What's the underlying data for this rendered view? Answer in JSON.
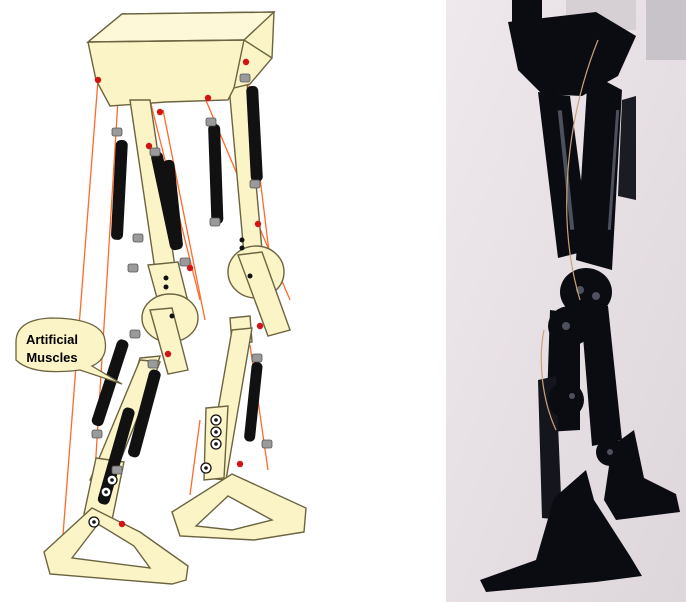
{
  "diagram": {
    "callout": {
      "line1": "Artificial",
      "line2": "Muscles"
    }
  },
  "colors": {
    "frame_fill": "#fbf4c6",
    "frame_stroke": "#6b6440",
    "muscle_fill": "#111111",
    "tendon": "#ff6a2a",
    "cap": "#9a9a9a",
    "red_dot": "#d11515",
    "callout_fill": "#fbf4c6",
    "photo_bg": "#ece6ea",
    "robot_black": "#0b0b12"
  },
  "photo": {
    "subject": "physical biped robot legs with artificial muscles"
  }
}
